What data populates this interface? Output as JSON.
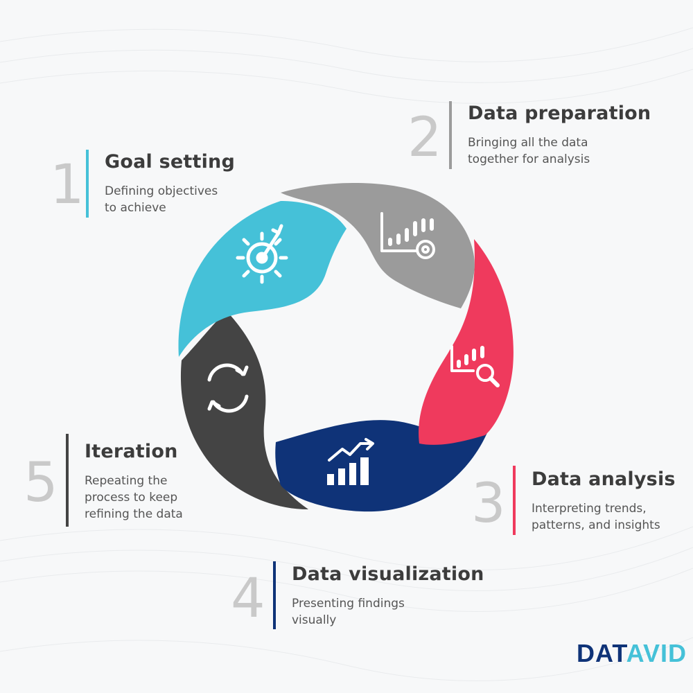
{
  "colors": {
    "goal": "#45c1d8",
    "preparation": "#9b9b9b",
    "analysis": "#ef3a5d",
    "visualization": "#0f3378",
    "iteration": "#444444",
    "number": "#c9c9c9",
    "logo_dark": "#0f3378",
    "logo_light": "#45c1d8"
  },
  "steps": [
    {
      "number": "1",
      "title": "Goal setting",
      "desc_line1": "Defining objectives",
      "desc_line2": "to achieve",
      "icon": "target-gear-icon"
    },
    {
      "number": "2",
      "title": "Data preparation",
      "desc_line1": "Bringing all the data",
      "desc_line2": "together for analysis",
      "icon": "chart-gear-icon"
    },
    {
      "number": "3",
      "title": "Data analysis",
      "desc_line1": "Interpreting trends,",
      "desc_line2": "patterns, and insights",
      "icon": "chart-magnifier-icon"
    },
    {
      "number": "4",
      "title": "Data visualization",
      "desc_line1": "Presenting findings",
      "desc_line2": "visually",
      "icon": "bar-chart-trend-icon"
    },
    {
      "number": "5",
      "title": "Iteration",
      "desc_line1": "Repeating the",
      "desc_line2": "process to keep",
      "desc_line3": "refining the data",
      "icon": "refresh-arrows-icon"
    }
  ],
  "logo": {
    "part1": "DAT",
    "part2": "A",
    "part3": "VID"
  }
}
